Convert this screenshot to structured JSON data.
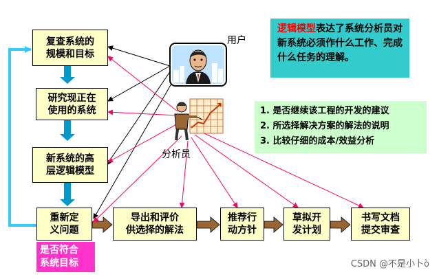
{
  "boxes": {
    "review": [
      "复查系统的",
      "规模和目标"
    ],
    "study": [
      "研究现正在",
      "使用的系统"
    ],
    "model": [
      "新系统的高",
      "层逻辑模型"
    ],
    "redefine": [
      "重新定",
      "义问题"
    ],
    "derive": [
      "导出和评价",
      "供选择的解法"
    ],
    "recommend": [
      "推荐行",
      "动方针"
    ],
    "plan": [
      "草拟开",
      "发计划"
    ],
    "document": [
      "书写文档",
      "提交审查"
    ]
  },
  "labels": {
    "user": "用户",
    "analyst": "分析员"
  },
  "notes": {
    "logic_term": "逻辑模型",
    "logic_rest": "表达了系统分析员对新系统必须作什么工作、完成什么任务的理解。",
    "conclusions": [
      "1. 是否继续该工程的开发的建议",
      "2. 所选择解决方案的解法的说明",
      "3. 比较仔细的成本/效益分析"
    ],
    "goal_check": [
      "是否符合",
      "系统目标"
    ]
  },
  "watermark": "CSDN @不是小卜ò",
  "colors": {
    "box_fill": "#ffffc8",
    "flow_arrow": "#0099cc",
    "arrow_brown": "#996633",
    "feedback_line": "#33ccff",
    "user_arrow": "#000000",
    "analyst_arrow": "#ff0066",
    "logic_note": "#33cccc",
    "conclusion_note": "#ccffcc",
    "goal_note": "#ff33cc"
  },
  "icons": [
    "user-portrait-icon",
    "analyst-at-chart-icon"
  ]
}
